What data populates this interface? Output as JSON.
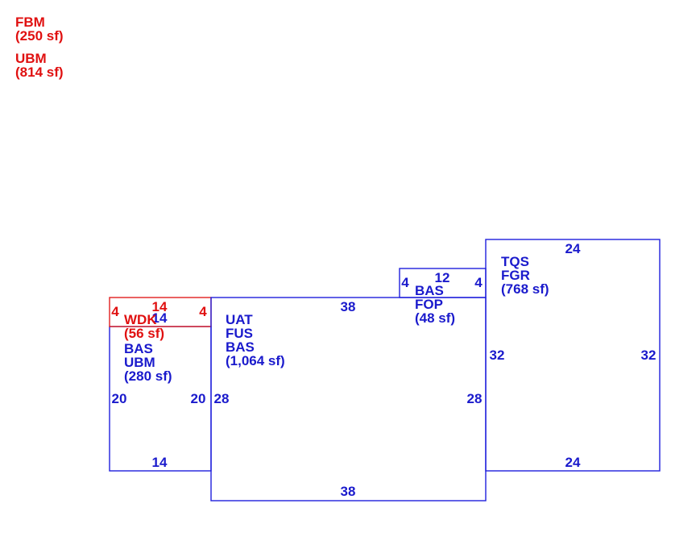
{
  "colors": {
    "main": "#1a1acc",
    "secondary": "#e01010"
  },
  "summary": [
    {
      "code": "FBM",
      "area": "(250 sf)"
    },
    {
      "code": "UBM",
      "area": "(814 sf)"
    }
  ],
  "areas": {
    "left": {
      "lines": [
        "BAS",
        "UBM",
        "(280 sf)"
      ],
      "dims": {
        "top": "14",
        "bottom": "14",
        "left": "20",
        "right": "20"
      }
    },
    "wood_deck": {
      "lines": [
        "WDK",
        "(56 sf)"
      ],
      "dims": {
        "top": "14",
        "left": "4",
        "right": "4"
      }
    },
    "main": {
      "lines": [
        "UAT",
        "FUS",
        "BAS",
        "(1,064 sf)"
      ],
      "dims": {
        "top": "38",
        "bottom": "38",
        "left": "28",
        "right": "28"
      }
    },
    "porch": {
      "lines": [
        "BAS",
        "FOP",
        "(48 sf)"
      ],
      "dims": {
        "top": "12",
        "left": "4",
        "right": "4"
      }
    },
    "right": {
      "lines": [
        "TQS",
        "FGR",
        "(768 sf)"
      ],
      "dims": {
        "top": "24",
        "bottom": "24",
        "left": "32",
        "right": "32"
      }
    }
  }
}
